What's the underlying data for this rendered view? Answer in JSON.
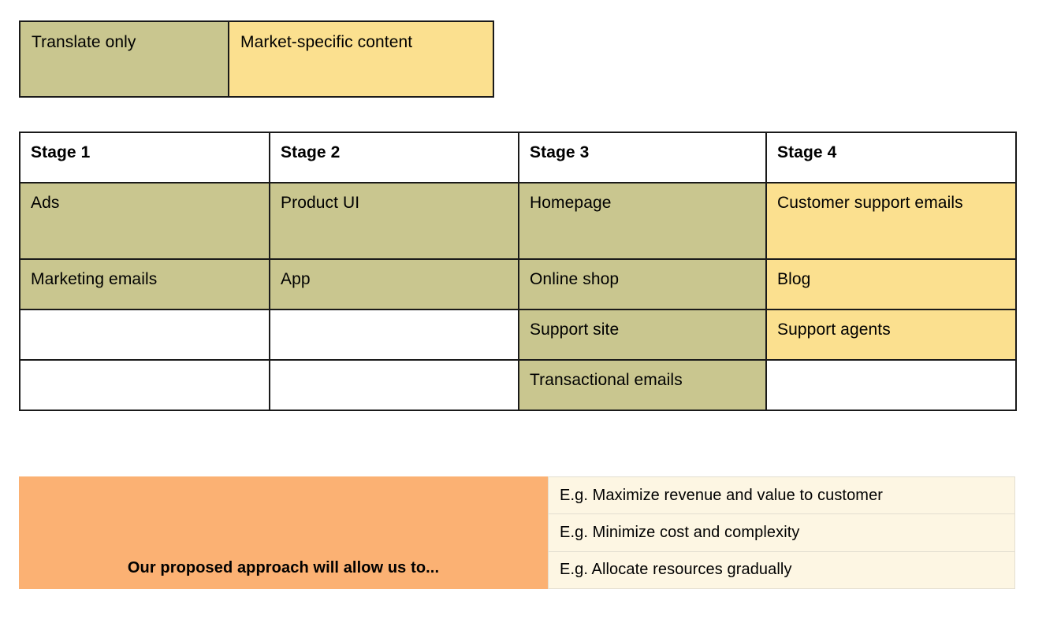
{
  "legend": {
    "items": [
      {
        "label": "Translate only",
        "color": "#c9c68f"
      },
      {
        "label": "Market-specific content",
        "color": "#fbe08f"
      }
    ]
  },
  "stage_table": {
    "headers": [
      "Stage 1",
      "Stage 2",
      "Stage 3",
      "Stage 4"
    ],
    "rows": [
      [
        {
          "text": "Ads",
          "fill": "olive"
        },
        {
          "text": "Product UI",
          "fill": "olive"
        },
        {
          "text": "Homepage",
          "fill": "olive"
        },
        {
          "text": "Customer support emails",
          "fill": "yellow"
        }
      ],
      [
        {
          "text": "Marketing emails",
          "fill": "olive"
        },
        {
          "text": "App",
          "fill": "olive"
        },
        {
          "text": "Online shop",
          "fill": "olive"
        },
        {
          "text": "Blog",
          "fill": "yellow"
        }
      ],
      [
        {
          "text": "",
          "fill": "blank"
        },
        {
          "text": "",
          "fill": "blank"
        },
        {
          "text": "Support site",
          "fill": "olive"
        },
        {
          "text": "Support agents",
          "fill": "yellow"
        }
      ],
      [
        {
          "text": "",
          "fill": "blank"
        },
        {
          "text": "",
          "fill": "blank"
        },
        {
          "text": "Transactional emails",
          "fill": "olive"
        },
        {
          "text": "",
          "fill": "blank"
        }
      ]
    ]
  },
  "proposal": {
    "banner_label": "Our proposed approach will allow us to...",
    "banner_color": "#fbb173",
    "item_color": "#fdf6e3",
    "items": [
      "E.g. Maximize revenue and value to customer",
      "E.g. Minimize cost and complexity",
      "E.g. Allocate resources gradually"
    ]
  }
}
